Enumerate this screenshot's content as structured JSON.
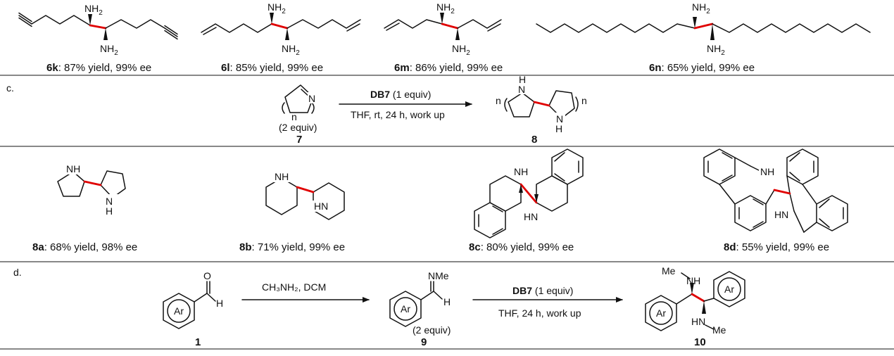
{
  "atoms": {
    "nh2": "NH",
    "nh2_sub": "2",
    "nh": "NH",
    "hn": "HN",
    "n": "N",
    "h": "H",
    "o": "O",
    "ar": "Ar",
    "me": "Me",
    "nme": "NMe",
    "ring_n": "n"
  },
  "row1": {
    "compounds": [
      {
        "label": "6k",
        "caption": ": 87% yield, 99% ee"
      },
      {
        "label": "6l",
        "caption": ": 85% yield, 99% ee"
      },
      {
        "label": "6m",
        "caption": ": 86% yield, 99% ee"
      },
      {
        "label": "6n",
        "caption": ": 65% yield, 99% ee"
      }
    ]
  },
  "section_c": {
    "label": "c.",
    "reagent_bold": "DB7",
    "reagent_rest": " (1 equiv)",
    "conditions": "THF, rt, 24 h, work up",
    "start_equiv": "(2 equiv)",
    "start_number": "7",
    "product_number": "8"
  },
  "row3": {
    "compounds": [
      {
        "label": "8a",
        "caption": ": 68% yield, 98% ee"
      },
      {
        "label": "8b",
        "caption": ": 71% yield, 99% ee"
      },
      {
        "label": "8c",
        "caption": ": 80% yield, 99% ee"
      },
      {
        "label": "8d",
        "caption": ": 55% yield, 99% ee"
      }
    ]
  },
  "section_d": {
    "label": "d.",
    "step1": "CH₃NH₂, DCM",
    "reagent_bold": "DB7",
    "reagent_rest": " (1 equiv)",
    "conditions": "THF, 24 h, work up",
    "imine_equiv": "(2 equiv)",
    "num_1": "1",
    "num_9": "9",
    "num_10": "10"
  }
}
